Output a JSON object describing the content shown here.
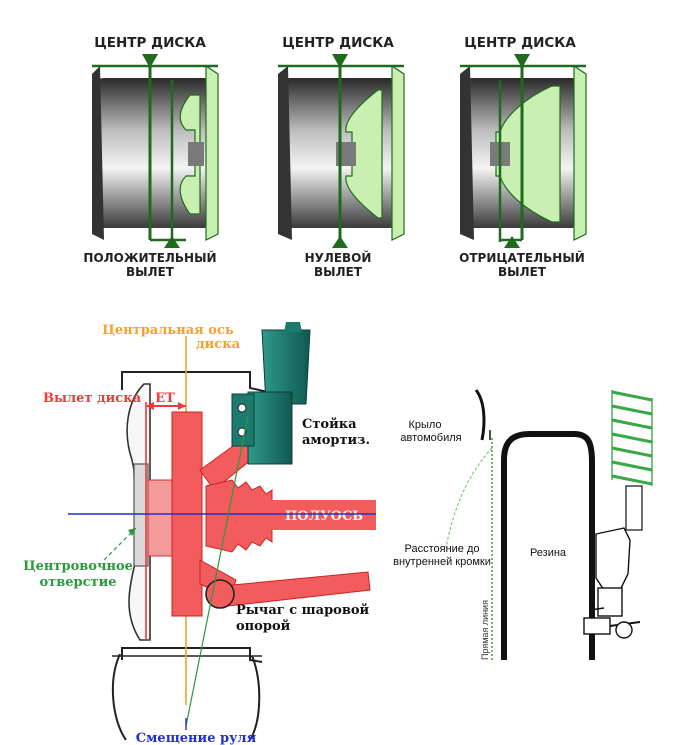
{
  "offset_types": {
    "center_label": "ЦЕНТР ДИСКА",
    "positive": [
      "ПОЛОЖИТЕЛЬНЫЙ",
      "ВЫЛЕТ"
    ],
    "zero": [
      "НУЛЕВОЙ",
      "ВЫЛЕТ"
    ],
    "negative": [
      "ОТРИЦАТЕЛЬНЫЙ",
      "ВЫЛЕТ"
    ]
  },
  "suspension": {
    "center_axis": [
      "Центральная ось",
      "диска"
    ],
    "offset_label": "Вылет диска",
    "et_label": "ET",
    "strut": [
      "Стойка",
      "амортиз."
    ],
    "axle": "ПОЛУОСЬ",
    "center_bore": [
      "Центровочное",
      "отверстие"
    ],
    "lever": [
      "Рычаг с шаровой",
      "опорой"
    ],
    "scrub": "Смещение руля"
  },
  "clearance": {
    "fender": [
      "Крыло",
      "автомобиля"
    ],
    "distance": [
      "Расстояние до",
      "внутренней кромки"
    ],
    "tire": "Резина",
    "straight_line": "Прямая линия"
  },
  "colors": {
    "dim_green": "#1e6b1e",
    "rim_fill": "#c9f0b0",
    "axis_orange": "#f5a030",
    "red": "#ee3a3a",
    "hub_red": "#f25c5c",
    "blue_axis": "#1f2fd0",
    "strut_teal": "#1d7a6e",
    "spring_green": "#39a845"
  }
}
